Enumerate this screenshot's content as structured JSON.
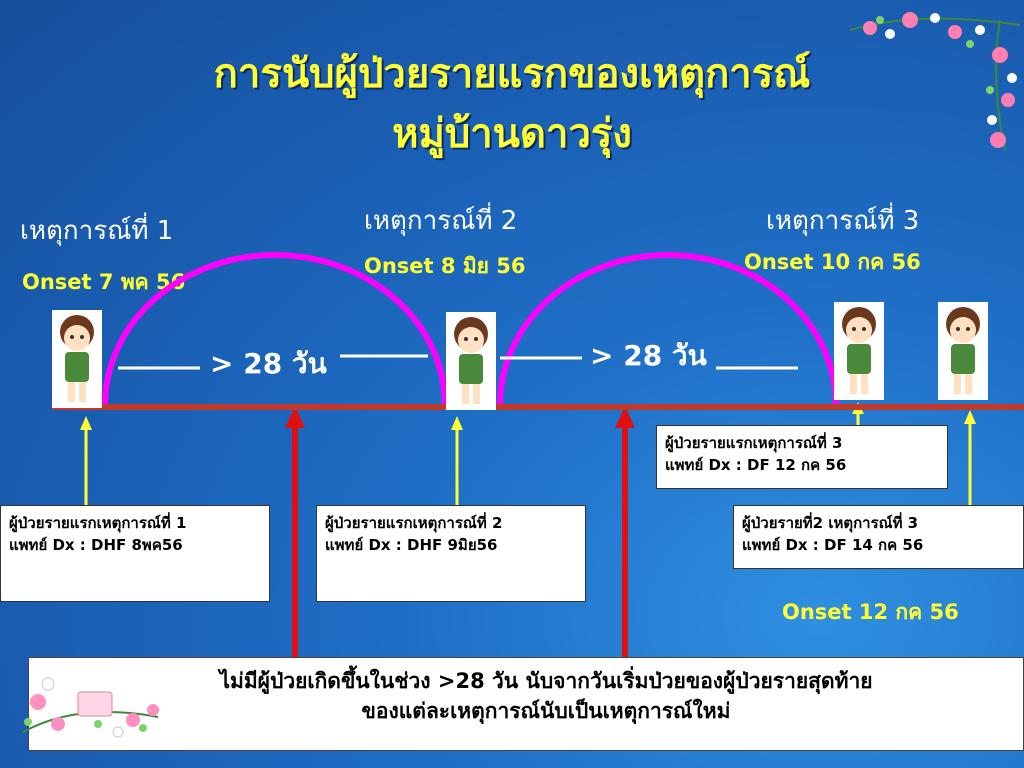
{
  "title": {
    "line1": "การนับผู้ป่วยรายแรกของเหตุการณ์",
    "line2": "หมู่บ้านดาวรุ่ง"
  },
  "events": [
    {
      "label": "เหตุการณ์ที่ 1",
      "onset": "Onset 7 พค 56"
    },
    {
      "label": "เหตุการณ์ที่ 2",
      "onset": "Onset 8 มิย 56"
    },
    {
      "label": "เหตุการณ์ที่ 3",
      "onset": "Onset 10 กค 56"
    }
  ],
  "gap_labels": [
    "> 28 วัน",
    "> 28 วัน"
  ],
  "boxes": {
    "e1_first": {
      "line1": "ผู้ป่วยรายแรกเหตุการณ์ที่ 1",
      "line2": "แพทย์ Dx : DHF 8พค56"
    },
    "e2_first": {
      "line1": "ผู้ป่วยรายแรกเหตุการณ์ที่ 2",
      "line2": "แพทย์ Dx : DHF 9มิย56"
    },
    "e3_first": {
      "line1": "ผู้ป่วยรายแรกเหตุการณ์ที่ 3",
      "line2": "แพทย์ Dx : DF 12 กค 56"
    },
    "e3_second": {
      "line1": "ผู้ป่วยรายที่2 เหตุการณ์ที่ 3",
      "line2": "แพทย์ Dx : DF 14 กค 56"
    }
  },
  "onset_second_e3": "Onset 12 กค 56",
  "footer": {
    "line1": "ไม่มีผู้ป่วยเกิดขึ้นในช่วง >28 วัน นับจากวันเริ่มป่วยของผู้ป่วยรายสุดท้าย",
    "line2": "ของแต่ละเหตุการณ์นับเป็นเหตุการณ์ใหม่"
  },
  "colors": {
    "title": "#ffff33",
    "onset": "#ffff33",
    "arc": "#ff00ff",
    "timeline": "#c0392b",
    "arrow_red": "#e01010",
    "arrow_yellow": "#ffff33"
  }
}
